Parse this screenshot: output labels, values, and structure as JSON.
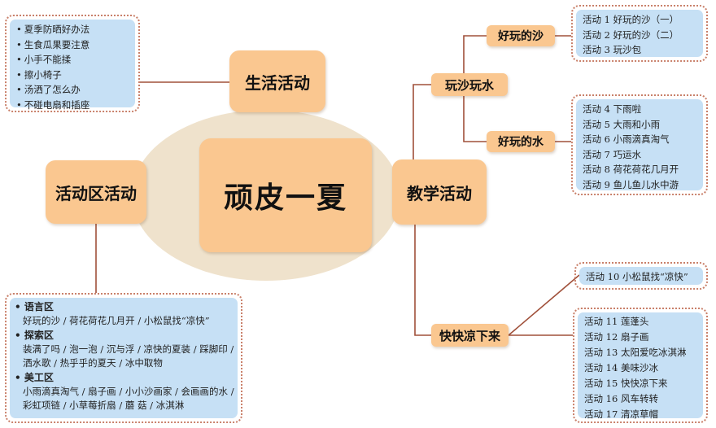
{
  "center": {
    "title": "顽皮一夏"
  },
  "nodes": {
    "life": "生活活动",
    "area": "活动区活动",
    "teach": "教学活动",
    "sand_water": "玩沙玩水",
    "fun_sand": "好玩的沙",
    "fun_water": "好玩的水",
    "cool": "快快凉下来"
  },
  "life_items": [
    "夏季防晒好办法",
    "生食瓜果要注意",
    "小手不能揉",
    "擦小椅子",
    "汤洒了怎么办",
    "不碰电扇和插座"
  ],
  "sand_items": [
    "活动 1  好玩的沙（一）",
    "活动 2  好玩的沙（二）",
    "活动 3  玩沙包"
  ],
  "water_items": [
    "活动 4  下雨啦",
    "活动 5  大雨和小雨",
    "活动 6  小雨滴真淘气",
    "活动 7  巧运水",
    "活动 8  荷花荷花几月开",
    "活动 9  鱼儿鱼儿水中游"
  ],
  "activity10": "活动 10  小松鼠找“凉快”",
  "cool_items": [
    "活动 11  莲蓬头",
    "活动 12  扇子画",
    "活动 13  太阳爱吃冰淇淋",
    "活动 14  美味沙冰",
    "活动 15  快快凉下来",
    "活动 16  风车转转",
    "活动 17  清凉草帽"
  ],
  "areas": {
    "language": {
      "title": "语言区",
      "lines": [
        "好玩的沙 / 荷花荷花几月开 / 小松鼠找“凉快”"
      ]
    },
    "explore": {
      "title": "探索区",
      "lines": [
        "装满了吗 / 泡一泡 / 沉与浮 / 凉快的夏装 / 踩脚印 /",
        "洒水歌 / 热乎乎的夏天 / 冰中取物"
      ]
    },
    "art": {
      "title": "美工区",
      "lines": [
        "小雨滴真淘气 / 扇子画 / 小小沙画家 / 会画画的水 /",
        "彩虹项链 / 小草莓折扇 / 蘑  菇 / 冰淇淋"
      ]
    }
  },
  "colors": {
    "node_fill": "#fac790",
    "ellipse_fill": "#efe2cc",
    "panel_fill": "#c6e0f5",
    "line": "#a0503a",
    "panel_border": "#c9806a"
  }
}
